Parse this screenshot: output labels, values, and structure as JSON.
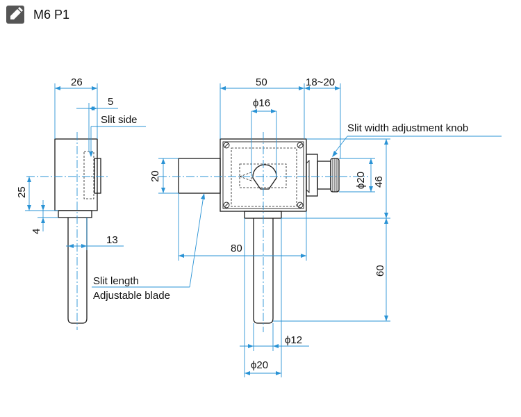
{
  "model": "M6 P1",
  "labels": {
    "slit_side": "Slit side",
    "knob": "Slit width adjustment knob",
    "slit_length": "Slit length",
    "adjustable_blade": "Adjustable blade"
  },
  "dimensions": {
    "side_width": "26",
    "slit_offset": "5",
    "side_height": "25",
    "side_4": "4",
    "side_13": "13",
    "front_width": "50",
    "knob_projection": "18~20",
    "bore_dia": "ϕ16",
    "tube_height": "20",
    "knob_dia": "ϕ20",
    "body_height": "46",
    "overall_length": "80",
    "post_length": "60",
    "post_dia_inner": "ϕ12",
    "post_dia_outer": "ϕ20"
  },
  "colors": {
    "dimension_line": "#2a93d5",
    "outline": "#1a1a1a",
    "icon_fill": "#555555"
  },
  "icons": {
    "header": "pencil-icon"
  }
}
